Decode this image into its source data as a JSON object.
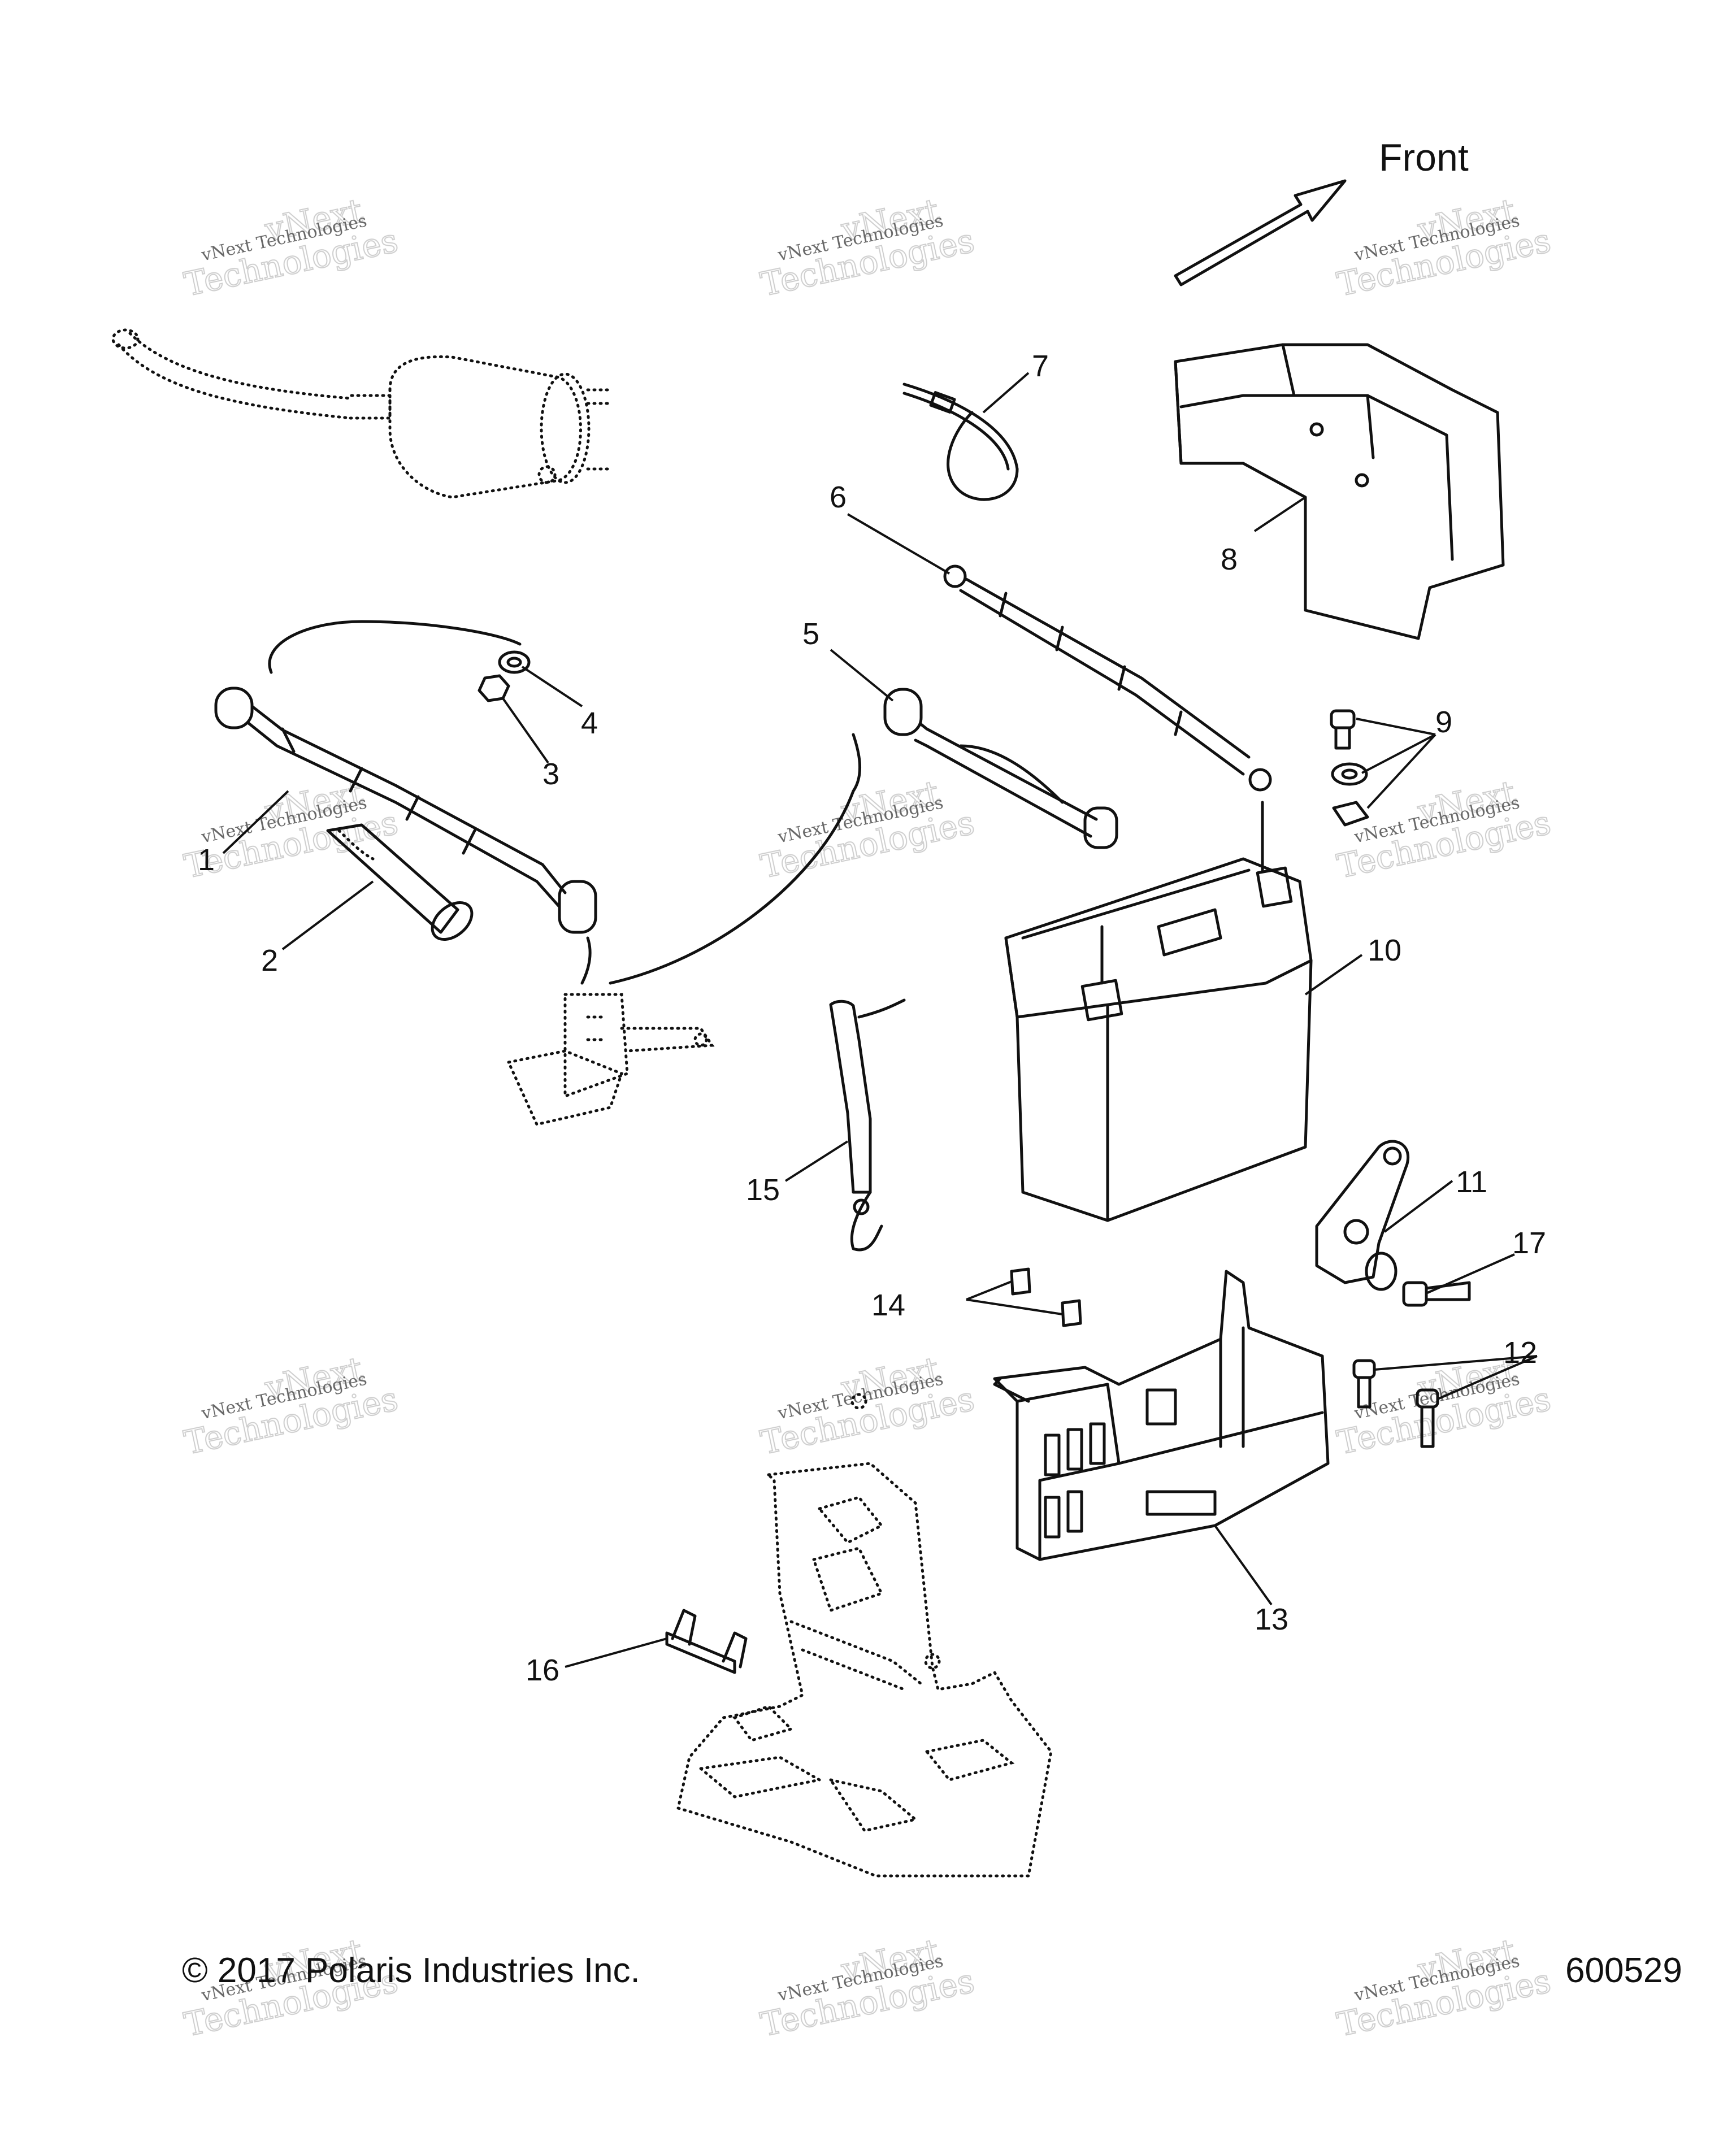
{
  "direction_label": "Front",
  "callouts": [
    "1",
    "2",
    "3",
    "4",
    "5",
    "6",
    "7",
    "8",
    "9",
    "10",
    "11",
    "12",
    "13",
    "14",
    "15",
    "16",
    "17"
  ],
  "copyright": "© 2017 Polaris Industries Inc.",
  "figure_number": "600529",
  "watermark": {
    "line1": "vNext Technologies",
    "big": [
      "vNext",
      "Technologies"
    ]
  }
}
